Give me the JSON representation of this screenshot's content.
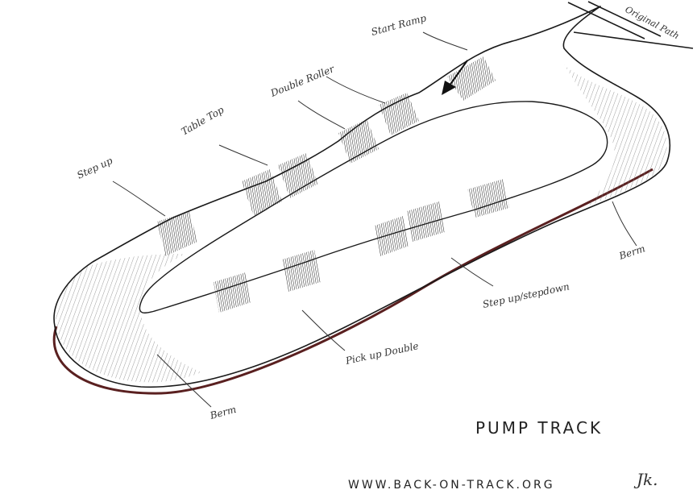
{
  "labels": {
    "original_path": "Original Path",
    "start_ramp": "Start Ramp",
    "double_roller": "Double Roller",
    "table_top": "Table Top",
    "step_up": "Step up",
    "berm_right": "Berm",
    "step_up_stepdown": "Step up/stepdown",
    "pick_up_double": "Pick up Double",
    "berm_left": "Berm"
  },
  "title": "PUMP TRACK",
  "website": "WWW.BACK-ON-TRACK.ORG",
  "signature": "Jk."
}
